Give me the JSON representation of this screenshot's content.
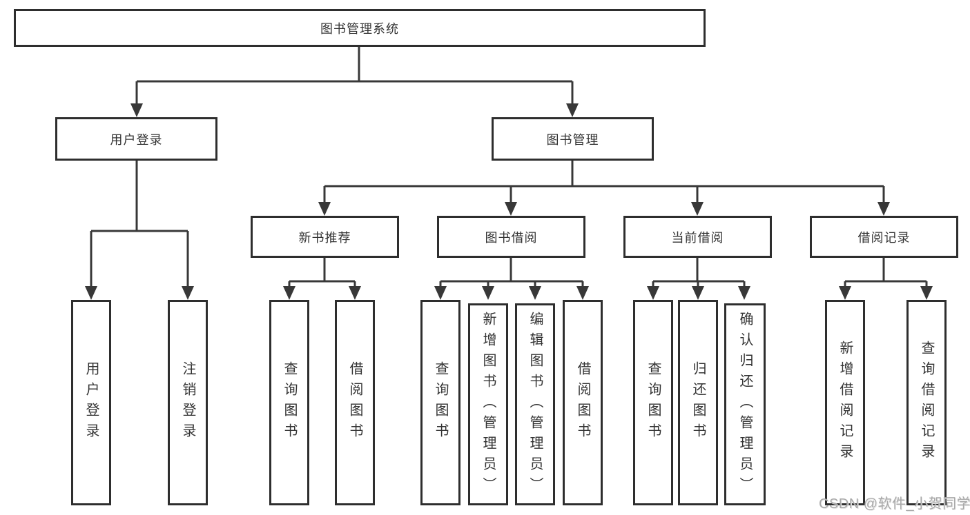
{
  "diagram": {
    "title": "图书管理系统",
    "root": {
      "label": "图书管理系统"
    },
    "level2": [
      {
        "label": "用户登录"
      },
      {
        "label": "图书管理"
      }
    ],
    "level3": [
      {
        "label": "新书推荐"
      },
      {
        "label": "图书借阅"
      },
      {
        "label": "当前借阅"
      },
      {
        "label": "借阅记录"
      }
    ],
    "leaves": {
      "user_login": [
        "用户登录",
        "注销登录"
      ],
      "new_book": [
        "查询图书",
        "借阅图书"
      ],
      "book_borrow": [
        "查询图书",
        "新增图书（管理员）",
        "编辑图书（管理员）",
        "借阅图书"
      ],
      "current_borrow": [
        "查询图书",
        "归还图书",
        "确认归还（管理员）"
      ],
      "borrow_record": [
        "新增借阅记录",
        "查询借阅记录"
      ]
    }
  },
  "watermark": "CSDN @软件_小贺同学",
  "colors": {
    "line": "#383838",
    "box_border": "#2e2e2e",
    "text": "#333333",
    "watermark": "#a9a9a9",
    "background": "#ffffff"
  }
}
